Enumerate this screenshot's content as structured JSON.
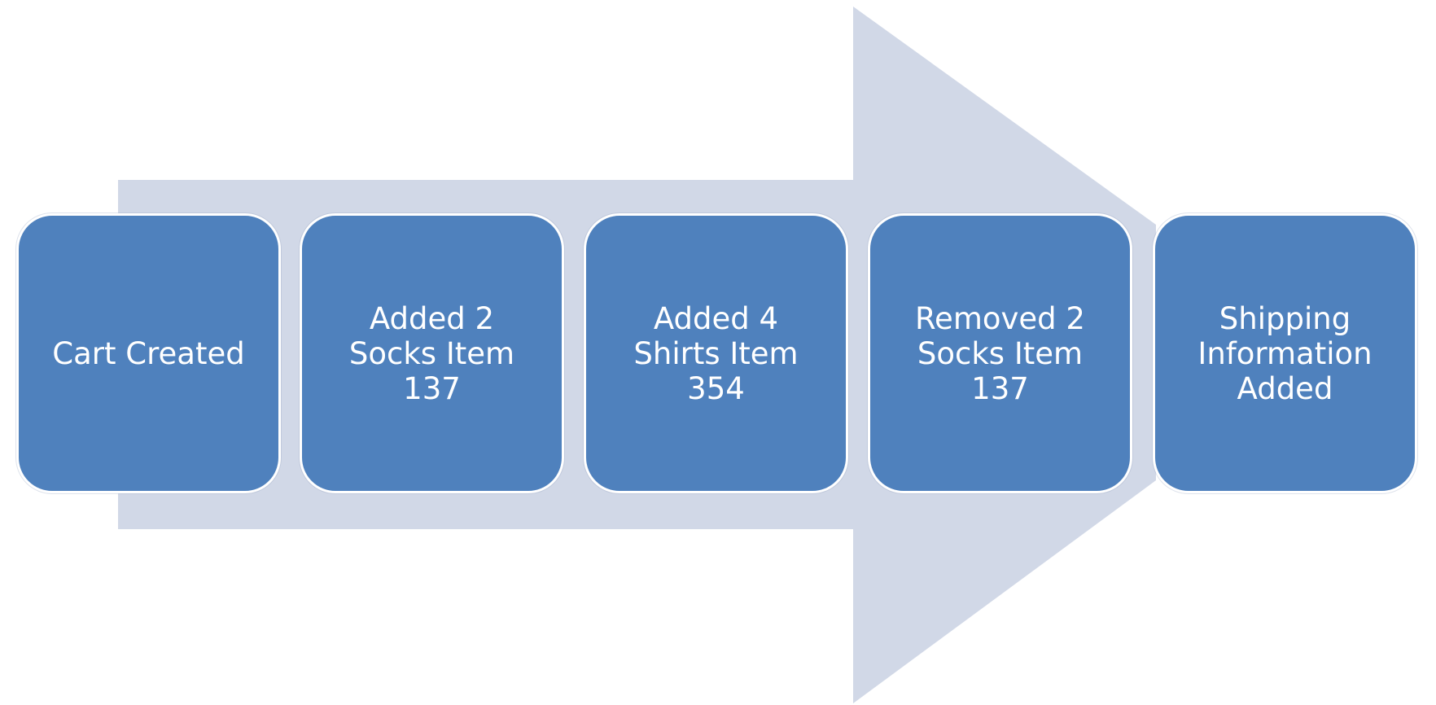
{
  "diagram": {
    "colors": {
      "arrow": "#d1d8e7",
      "box": "#4f81bd",
      "box_border": "#ffffff",
      "text": "#ffffff"
    },
    "steps": [
      {
        "label": "Cart Created"
      },
      {
        "label": "Added 2\nSocks Item\n137"
      },
      {
        "label": "Added 4\nShirts Item\n354"
      },
      {
        "label": "Removed 2\nSocks Item\n137"
      },
      {
        "label": "Shipping\nInformation\nAdded"
      }
    ]
  }
}
